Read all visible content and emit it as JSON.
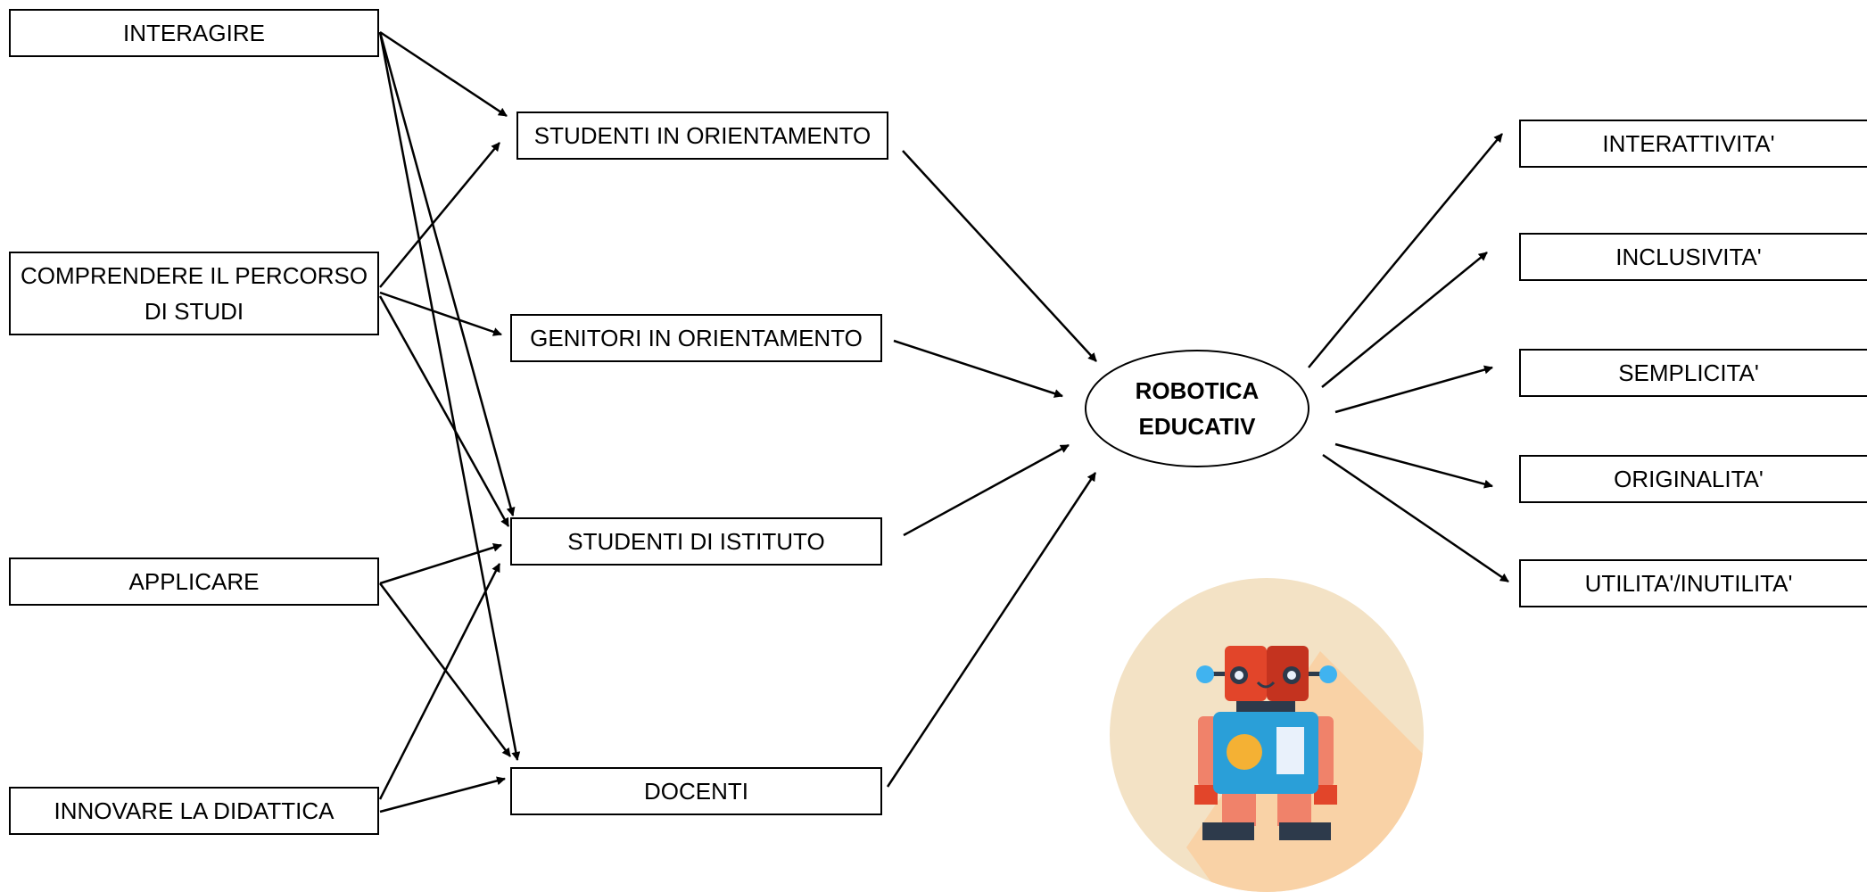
{
  "left_nodes": [
    {
      "id": "interagire",
      "lines": [
        "INTERAGIRE"
      ]
    },
    {
      "id": "comprendere",
      "lines": [
        "COMPRENDERE IL PERCORSO",
        "DI STUDI"
      ]
    },
    {
      "id": "applicare",
      "lines": [
        "APPLICARE"
      ]
    },
    {
      "id": "innovare",
      "lines": [
        "INNOVARE LA DIDATTICA"
      ]
    }
  ],
  "middle_nodes": [
    {
      "id": "studenti-orientamento",
      "label": "STUDENTI IN ORIENTAMENTO"
    },
    {
      "id": "genitori-orientamento",
      "label": "GENITORI IN ORIENTAMENTO"
    },
    {
      "id": "studenti-istituto",
      "label": "STUDENTI DI ISTITUTO"
    },
    {
      "id": "docenti",
      "label": "DOCENTI"
    }
  ],
  "center_node": {
    "lines": [
      "ROBOTICA",
      "EDUCATIV"
    ]
  },
  "right_nodes": [
    {
      "id": "interattivita",
      "label": "INTERATTIVITA'"
    },
    {
      "id": "inclusivita",
      "label": "INCLUSIVITA'"
    },
    {
      "id": "semplicita",
      "label": "SEMPLICITA'"
    },
    {
      "id": "originalita",
      "label": "ORIGINALITA'"
    },
    {
      "id": "utilita",
      "label": "UTILITA'/INUTILITA'"
    }
  ],
  "edges_left_to_middle": [
    [
      "interagire",
      "studenti-orientamento"
    ],
    [
      "interagire",
      "studenti-istituto"
    ],
    [
      "interagire",
      "docenti"
    ],
    [
      "comprendere",
      "studenti-orientamento"
    ],
    [
      "comprendere",
      "genitori-orientamento"
    ],
    [
      "comprendere",
      "studenti-istituto"
    ],
    [
      "applicare",
      "studenti-istituto"
    ],
    [
      "applicare",
      "docenti"
    ],
    [
      "innovare",
      "studenti-istituto"
    ],
    [
      "innovare",
      "docenti"
    ]
  ],
  "colors": {
    "line": "#000000",
    "robot_bg": "#f3e2c5",
    "robot_shadow": "#f9d2a6",
    "robot_head_left": "#e2452a",
    "robot_head_right": "#c4331f",
    "robot_body": "#2a9fd8",
    "robot_dark": "#2d3a4b",
    "robot_limbs": "#f0826a",
    "robot_eye": "#40b3f0",
    "robot_circle": "#f4b134",
    "robot_panel": "#e9f1fb"
  },
  "robot_icon": "robot-icon"
}
